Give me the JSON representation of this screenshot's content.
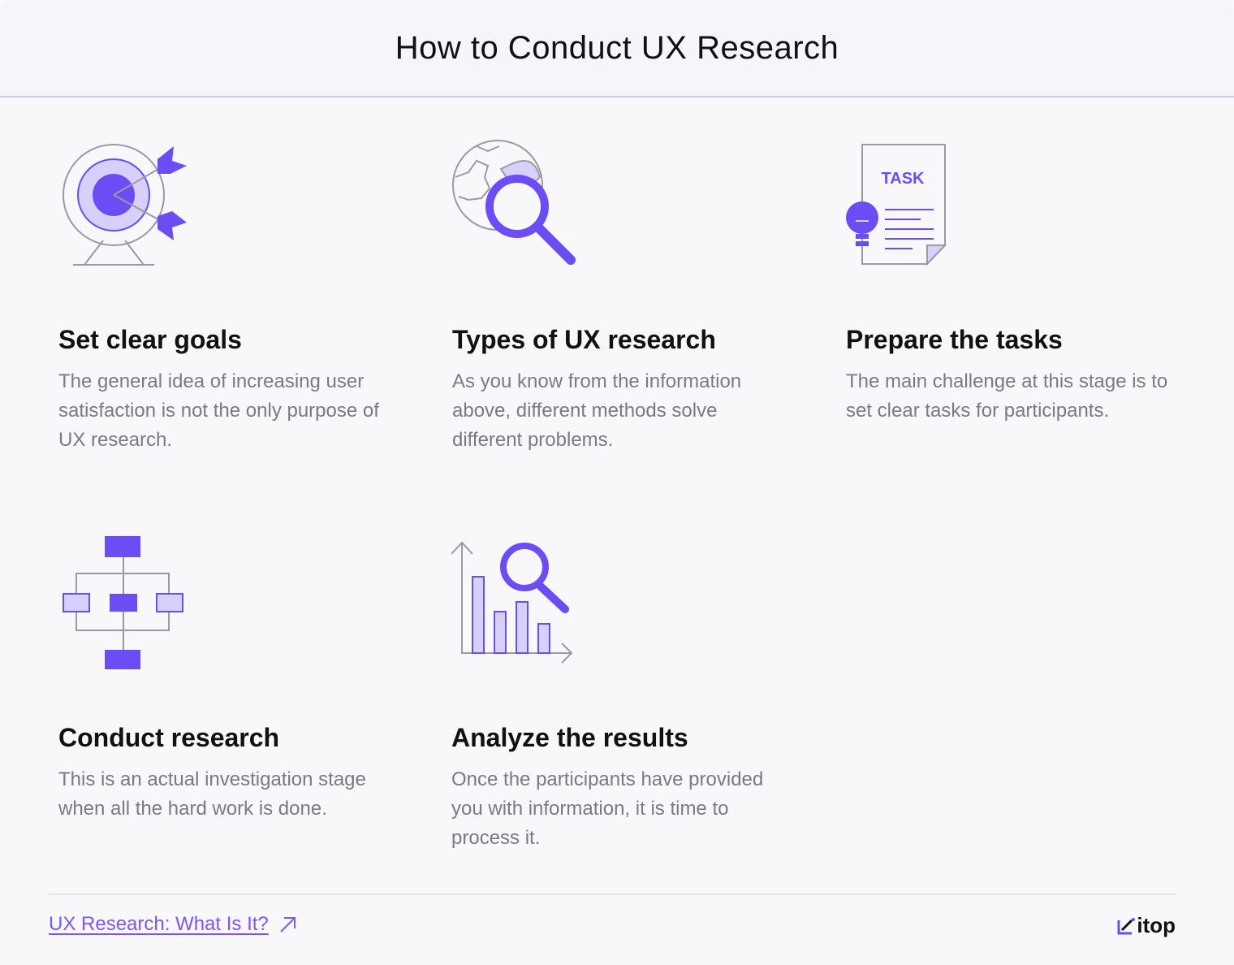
{
  "header": {
    "title": "How to Conduct UX Research"
  },
  "steps": [
    {
      "title": "Set clear goals",
      "text": "The general idea of increasing user satisfaction is not the only purpose of UX research.",
      "icon": "target-icon"
    },
    {
      "title": "Types of UX research",
      "text": "As you know from the information above, different methods solve different problems.",
      "icon": "globe-search-icon"
    },
    {
      "title": "Prepare the tasks",
      "text": "The main challenge at this stage is to set clear tasks for participants.",
      "icon": "task-document-icon",
      "icon_label": "TASK"
    },
    {
      "title": "Conduct research",
      "text": "This is an actual investigation stage when all the hard work is done.",
      "icon": "flowchart-icon"
    },
    {
      "title": "Analyze the results",
      "text": "Once the participants have provided you with information, it is time to process it.",
      "icon": "chart-search-icon"
    }
  ],
  "footer": {
    "link_label": "UX Research: What Is It?",
    "brand": "itop"
  },
  "colors": {
    "accent": "#6c4cf5",
    "accent_light": "#d7d0fb",
    "line": "#9a9aa2"
  }
}
